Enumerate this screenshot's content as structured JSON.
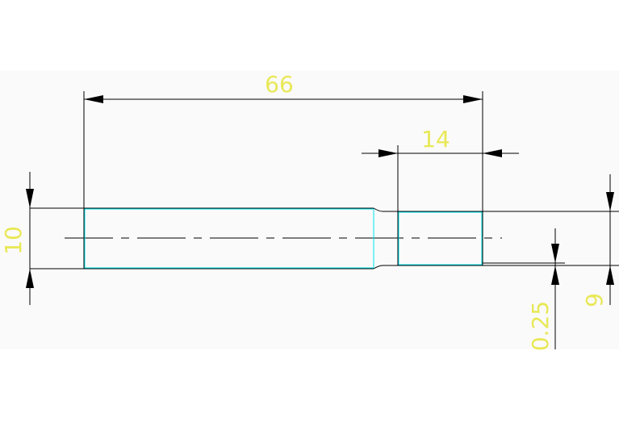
{
  "drawing": {
    "colors": {
      "background": "#ffffff",
      "paper_band": "#fafafa",
      "line": "#000000",
      "outline": "#00e5ee",
      "dimension_text": "#e8e855"
    },
    "dimensions": {
      "overall_length": "66",
      "step_length": "14",
      "large_diameter": "10",
      "small_diameter": "9",
      "step_depth": "0.25"
    }
  }
}
